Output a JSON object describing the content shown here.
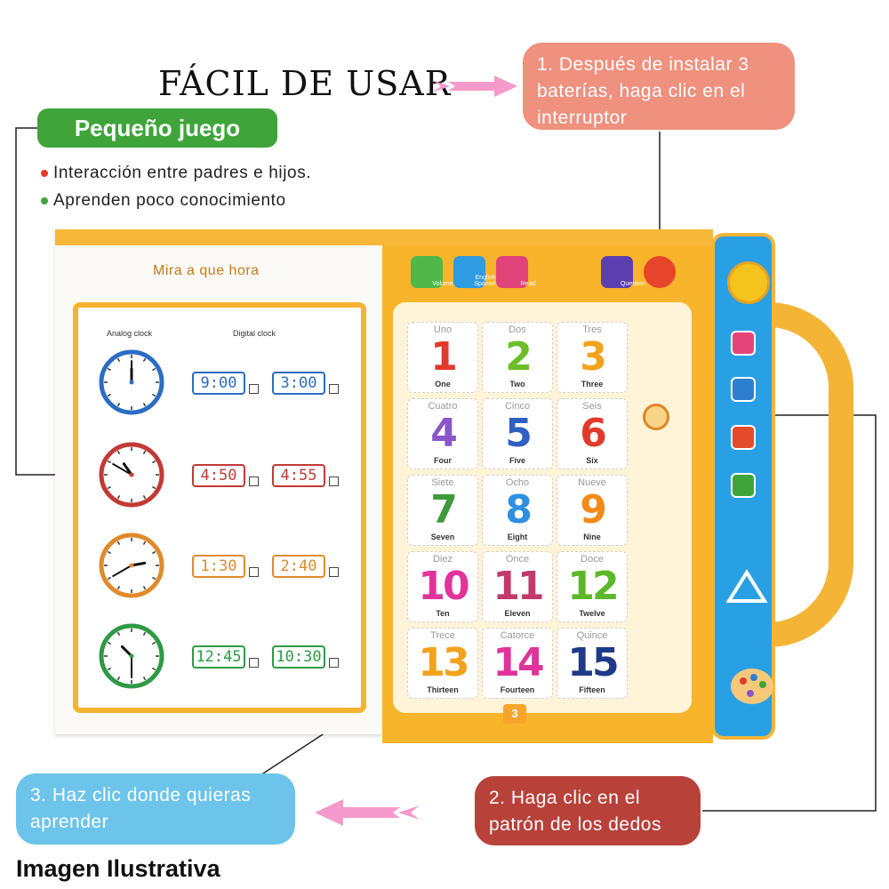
{
  "headline": "FÁCIL DE USAR",
  "callouts": {
    "step1": "1. Después de instalar 3 baterías, haga clic en el interruptor",
    "step2": "2. Haga clic en el patrón de los dedos",
    "step3": "3. Haz clic donde quieras aprender"
  },
  "feature": {
    "title": "Pequeño juego",
    "bullets": [
      {
        "text": "Interacción entre padres e hijos.",
        "color": "#e23a2a"
      },
      {
        "text": "Aprenden poco conocimiento",
        "color": "#3fa53a"
      }
    ]
  },
  "book": {
    "left_title": "Mira a que hora",
    "analog_label": "Analog clock",
    "digital_label": "Digital clock",
    "clock_rows": [
      {
        "color": "#2c6cc2",
        "hour": 12,
        "minute": 0,
        "opt_a": "9:00",
        "opt_b": "3:00"
      },
      {
        "color": "#c23a36",
        "hour": 10,
        "minute": 50,
        "opt_a": "4:50",
        "opt_b": "4:55"
      },
      {
        "color": "#e08a2c",
        "hour": 2,
        "minute": 40,
        "opt_a": "1:30",
        "opt_b": "2:40"
      },
      {
        "color": "#2e9a44",
        "hour": 10,
        "minute": 30,
        "opt_a": "12:45",
        "opt_b": "10:30"
      }
    ],
    "controls": [
      {
        "label": "Volume",
        "color": "#4fb848"
      },
      {
        "label": "English Spanish",
        "color": "#2f9be0"
      },
      {
        "label": "Read",
        "color": "#e0447a"
      },
      {
        "label": "Question",
        "color": "#5b3fb0"
      },
      {
        "label": "",
        "color": "#e6452c"
      }
    ],
    "numbers": [
      {
        "es": "Uno",
        "digit": "1",
        "en": "One",
        "color": "#e23a2a"
      },
      {
        "es": "Dos",
        "digit": "2",
        "en": "Two",
        "color": "#6cbf2a"
      },
      {
        "es": "Tres",
        "digit": "3",
        "en": "Three",
        "color": "#f2a21c"
      },
      {
        "es": "Cuatro",
        "digit": "4",
        "en": "Four",
        "color": "#8a56c8"
      },
      {
        "es": "Cinco",
        "digit": "5",
        "en": "Five",
        "color": "#2f5fc0"
      },
      {
        "es": "Seis",
        "digit": "6",
        "en": "Six",
        "color": "#e23a2a"
      },
      {
        "es": "Siete",
        "digit": "7",
        "en": "Seven",
        "color": "#3f9a3a"
      },
      {
        "es": "Ocho",
        "digit": "8",
        "en": "Eight",
        "color": "#2f8fe0"
      },
      {
        "es": "Nueve",
        "digit": "9",
        "en": "Nine",
        "color": "#f28a1c"
      },
      {
        "es": "Diez",
        "digit": "10",
        "en": "Ten",
        "color": "#e0349a"
      },
      {
        "es": "Once",
        "digit": "11",
        "en": "Eleven",
        "color": "#c23a6a"
      },
      {
        "es": "Doce",
        "digit": "12",
        "en": "Twelve",
        "color": "#5cb82a"
      },
      {
        "es": "Trece",
        "digit": "13",
        "en": "Thirteen",
        "color": "#f2a21c"
      },
      {
        "es": "Catorce",
        "digit": "14",
        "en": "Fourteen",
        "color": "#e0349a"
      },
      {
        "es": "Quince",
        "digit": "15",
        "en": "Fifteen",
        "color": "#1f3a8a"
      }
    ],
    "page_number": "3"
  },
  "footer": "Imagen Ilustrativa"
}
